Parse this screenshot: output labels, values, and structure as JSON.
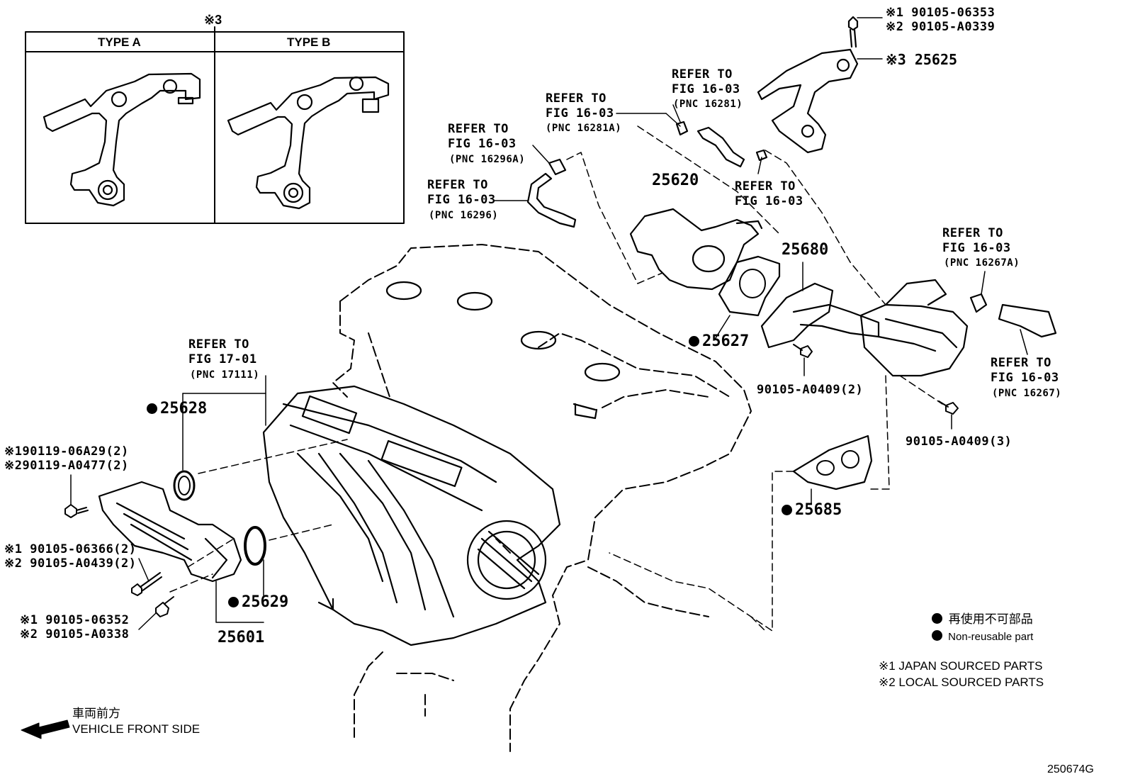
{
  "inset": {
    "marker": "※3",
    "type_a": "TYPE A",
    "type_b": "TYPE B"
  },
  "refs": {
    "r1": {
      "l1": "REFER TO",
      "l2": "FIG 16-03",
      "l3": "(PNC 16296A)"
    },
    "r2": {
      "l1": "REFER TO",
      "l2": "FIG 16-03",
      "l3": "(PNC 16296)"
    },
    "r3": {
      "l1": "REFER TO",
      "l2": "FIG 16-03",
      "l3": "(PNC 16281A)"
    },
    "r4": {
      "l1": "REFER TO",
      "l2": "FIG 16-03",
      "l3": "(PNC 16281)"
    },
    "r5": {
      "l1": "REFER TO",
      "l2": "FIG 16-03"
    },
    "r6": {
      "l1": "REFER TO",
      "l2": "FIG 16-03",
      "l3": "(PNC 16267A)"
    },
    "r7": {
      "l1": "REFER TO",
      "l2": "FIG 16-03",
      "l3": "(PNC 16267)"
    },
    "r8": {
      "l1": "REFER TO",
      "l2": "FIG 17-01",
      "l3": "(PNC 17111)"
    }
  },
  "parts": {
    "p25625": "※3 25625",
    "bolt_top_1": "※1 90105-06353",
    "bolt_top_2": "※2 90105-A0339",
    "p25620": "25620",
    "p25680": "25680",
    "p25627": "25627",
    "p25628": "25628",
    "p25629": "25629",
    "p25601": "25601",
    "p25685": "25685",
    "bolt_2": "90105-A0409(2)",
    "bolt_3": "90105-A0409(3)",
    "left_a1": "※190119-06A29(2)",
    "left_a2": "※290119-A0477(2)",
    "left_b1": "※1 90105-06366(2)",
    "left_b2": "※2 90105-A0439(2)",
    "left_c1": "※1 90105-06352",
    "left_c2": "※2 90105-A0338"
  },
  "legend": {
    "nonreuse_jp": "再使用不可部品",
    "nonreuse_en": "Non-reusable part",
    "note1": "※1 JAPAN SOURCED PARTS",
    "note2": "※2 LOCAL SOURCED PARTS"
  },
  "front": {
    "jp": "車両前方",
    "en": "VEHICLE FRONT SIDE"
  },
  "code": "250674G"
}
